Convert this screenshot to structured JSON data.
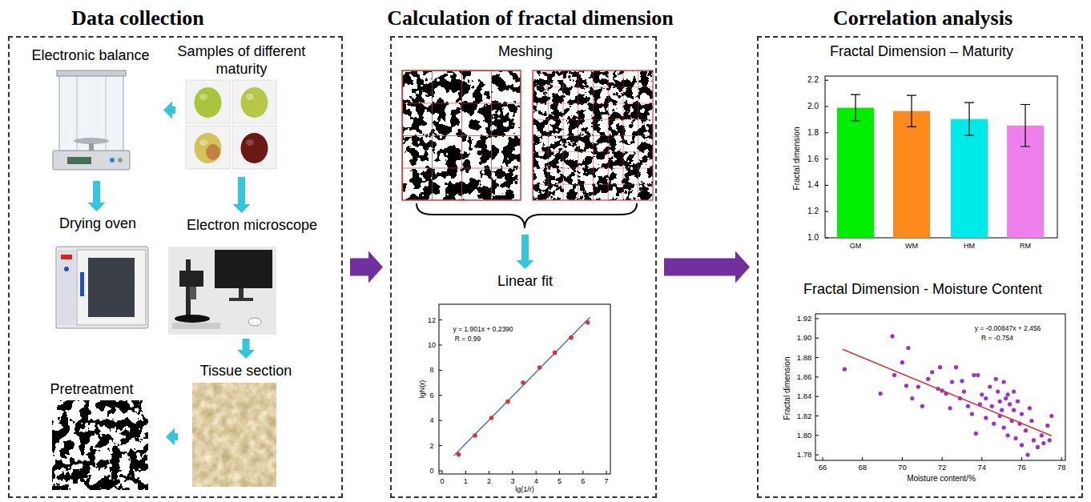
{
  "diagram": {
    "nodes": [
      {
        "text": [
          "Data collection"
        ]
      },
      {
        "text": [
          "Electronic balance"
        ],
        "in": 0
      },
      {
        "text": [
          "Samples of different maturity"
        ],
        "in": 0
      },
      {
        "text": [
          "Drying oven"
        ],
        "in": 0
      },
      {
        "text": [
          "Electron microscope"
        ],
        "in": 0
      },
      {
        "text": [
          "Pretreatment"
        ],
        "in": 0
      },
      {
        "text": [
          "Tissue section"
        ],
        "in": 0
      },
      {
        "text": [
          "Calculation of fractal dimension"
        ]
      },
      {
        "text": [
          "Meshing"
        ],
        "in": 7
      },
      {
        "text": [
          "Linear fit"
        ],
        "in": 7
      },
      {
        "text": [
          "Correlation analysis"
        ]
      },
      {
        "text": [
          "Fractal Dimension – Maturity"
        ],
        "in": 10
      },
      {
        "text": [
          "Fractal Dimension - Moisture Content"
        ],
        "in": 10
      }
    ],
    "edges": [
      {
        "from": 2,
        "to": 1,
        "arrow": "to"
      },
      {
        "from": 1,
        "to": 3,
        "arrow": "to"
      },
      {
        "from": 2,
        "to": 4,
        "arrow": "to"
      },
      {
        "from": 4,
        "to": 6,
        "arrow": "to"
      },
      {
        "from": 6,
        "to": 5,
        "arrow": "to"
      },
      {
        "from": 8,
        "to": 9,
        "arrow": "to"
      },
      {
        "from": 0,
        "to": 7,
        "arrow": "to"
      },
      {
        "from": 7,
        "to": 10,
        "arrow": "to"
      }
    ],
    "labels": [
      "y = 1.901x + 0.2390",
      "R = 0.99",
      "lgN(r)",
      "lg(1/r)",
      "0",
      "1",
      "2",
      "3",
      "4",
      "5",
      "6",
      "7",
      "0",
      "2",
      "4",
      "6",
      "8",
      "10",
      "12",
      "Fractal dimension",
      "1.0",
      "1.2",
      "1.4",
      "1.6",
      "1.8",
      "2.0",
      "2.2",
      "GM",
      "WM",
      "HM",
      "RM",
      "y = -0.00847x + 2.456",
      "R = -0.754",
      "Fractal dimension",
      "1.78",
      "1.80",
      "1.82",
      "1.84",
      "1.86",
      "1.88",
      "1.90",
      "1.92",
      "66",
      "68",
      "70",
      "72",
      "74",
      "76",
      "78",
      "Moisture content/%"
    ]
  }
}
